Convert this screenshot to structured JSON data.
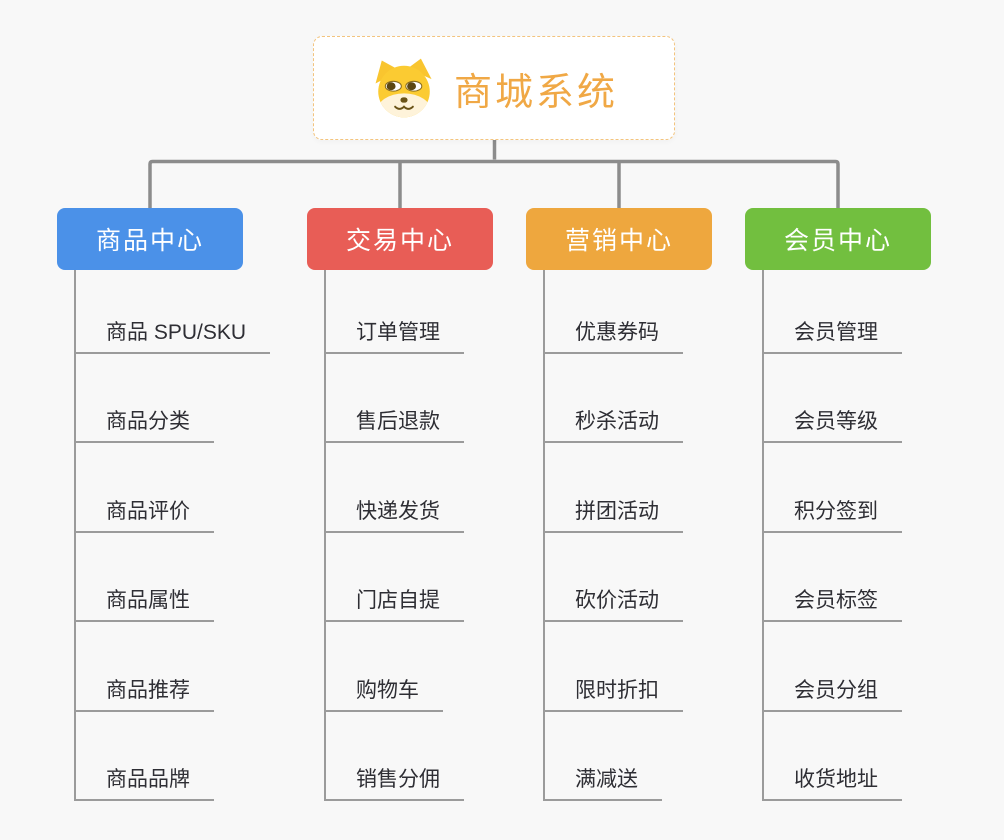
{
  "page": {
    "background": "#F8F8F8"
  },
  "root": {
    "title": "商城系统",
    "icon": "dog-face-icon",
    "title_color": "#F0A845",
    "border_color": "#F3C47E"
  },
  "branches": [
    {
      "name": "product-center",
      "label": "商品中心",
      "color": "#4B91E8",
      "items": [
        "商品 SPU/SKU",
        "商品分类",
        "商品评价",
        "商品属性",
        "商品推荐",
        "商品品牌"
      ]
    },
    {
      "name": "trade-center",
      "label": "交易中心",
      "color": "#E85D56",
      "items": [
        "订单管理",
        "售后退款",
        "快递发货",
        "门店自提",
        "购物车",
        "销售分佣"
      ]
    },
    {
      "name": "marketing-center",
      "label": "营销中心",
      "color": "#EEA73E",
      "items": [
        "优惠券码",
        "秒杀活动",
        "拼团活动",
        "砍价活动",
        "限时折扣",
        "满减送"
      ]
    },
    {
      "name": "member-center",
      "label": "会员中心",
      "color": "#72BF3F",
      "items": [
        "会员管理",
        "会员等级",
        "积分签到",
        "会员标签",
        "会员分组",
        "收货地址"
      ]
    }
  ],
  "connector_color": "#8C8C8C",
  "item_line_color": "#9B9B9B"
}
